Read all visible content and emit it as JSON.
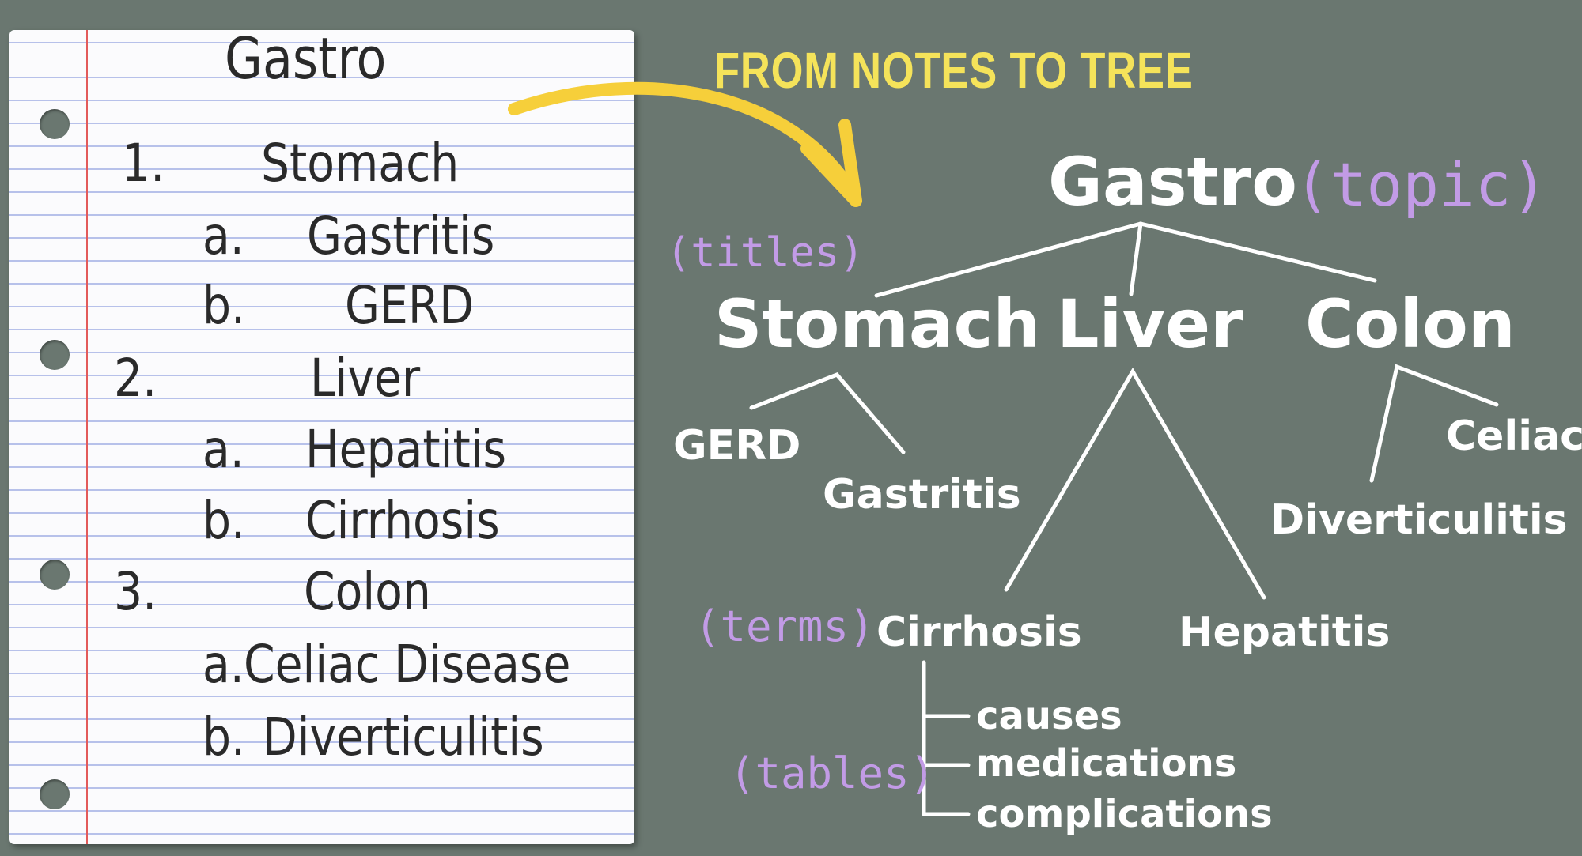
{
  "notes": {
    "title": "Gastro",
    "items": [
      {
        "marker": "1.",
        "text": "Stomach"
      },
      {
        "marker": "a.",
        "text": "Gastritis"
      },
      {
        "marker": "b.",
        "text": "GERD"
      },
      {
        "marker": "2.",
        "text": "Liver"
      },
      {
        "marker": "a.",
        "text": "Hepatitis"
      },
      {
        "marker": "b.",
        "text": "Cirrhosis"
      },
      {
        "marker": "3.",
        "text": "Colon"
      },
      {
        "marker": "a.",
        "text": "Celiac Disease"
      },
      {
        "marker": "b.",
        "text": "Diverticulitis"
      }
    ]
  },
  "headline": "FROM NOTES TO TREE",
  "tree": {
    "topic": "Gastro",
    "topic_tag": "(topic)",
    "titles_tag": "(titles)",
    "terms_tag": "(terms)",
    "tables_tag": "(tables)",
    "titles": {
      "stomach": "Stomach",
      "liver": "Liver",
      "colon": "Colon"
    },
    "terms": {
      "gerd": "GERD",
      "gastritis": "Gastritis",
      "cirrhosis": "Cirrhosis",
      "hepatitis": "Hepatitis",
      "celiac": "Celiac",
      "diverticulitis": "Diverticulitis"
    },
    "tables": [
      "causes",
      "medications",
      "complications"
    ]
  },
  "colors": {
    "background": "#6a7770",
    "headline": "#f5e35a",
    "tag": "#c29be6",
    "arrow": "#f6cf3a",
    "tree_text": "#ffffff"
  }
}
